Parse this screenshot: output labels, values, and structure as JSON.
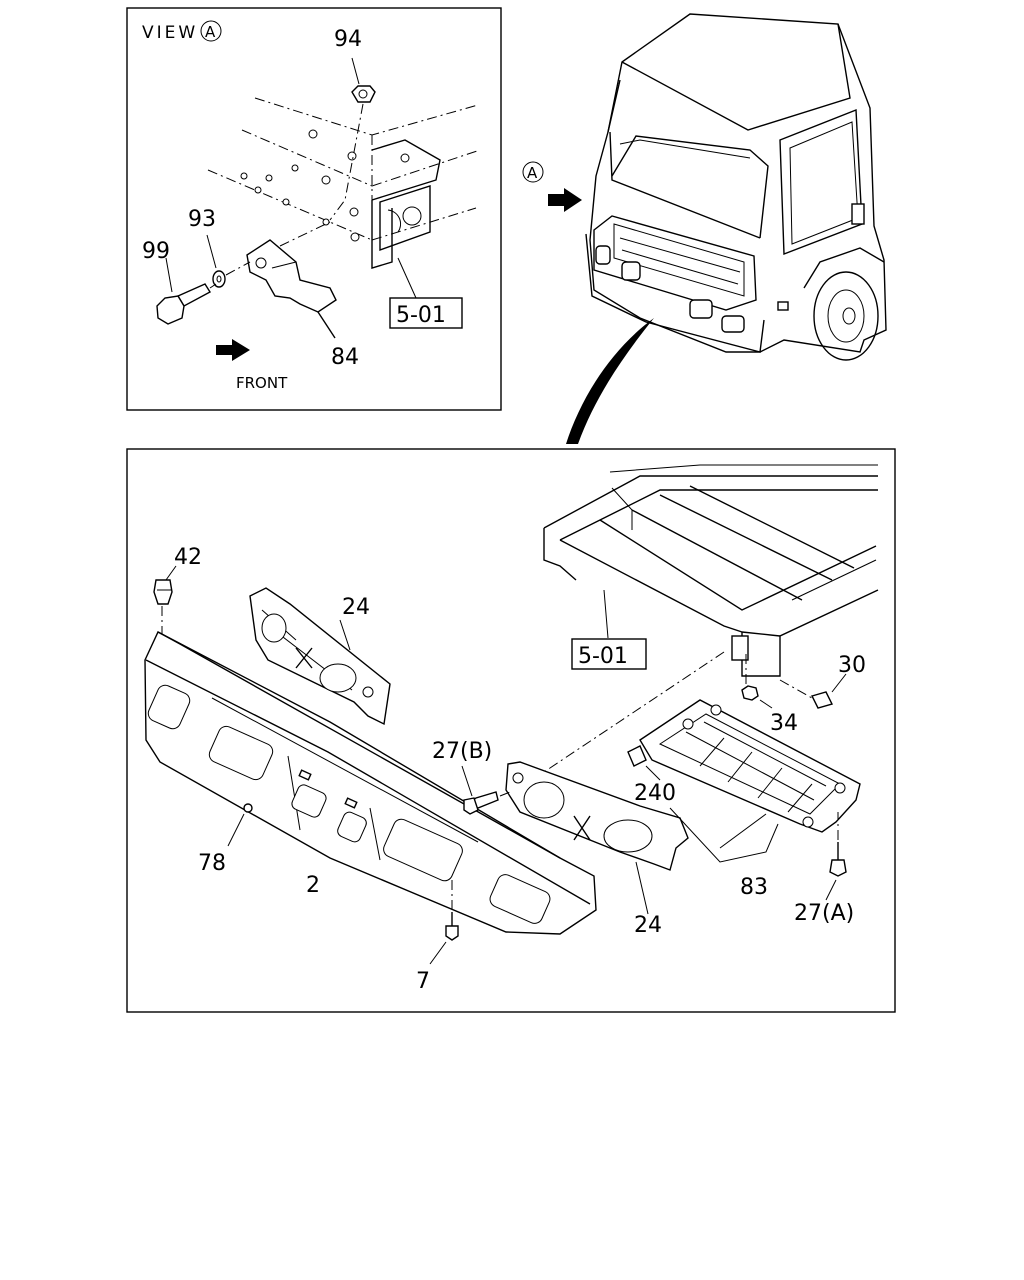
{
  "view_panel": {
    "view_word": "VIEW",
    "view_mark": "A",
    "front_label": "FRONT",
    "labels": {
      "p94": "94",
      "p93": "93",
      "p99": "99",
      "p84": "84",
      "ref": "5-01"
    }
  },
  "truck": {
    "view_mark": "A"
  },
  "main_panel": {
    "labels": {
      "p42": "42",
      "p24_left": "24",
      "ref": "5-01",
      "p30": "30",
      "p34": "34",
      "p27b": "27(B)",
      "p240": "240",
      "p78": "78",
      "p2": "2",
      "p83": "83",
      "p27a": "27(A)",
      "p24_right": "24",
      "p7": "7"
    }
  }
}
